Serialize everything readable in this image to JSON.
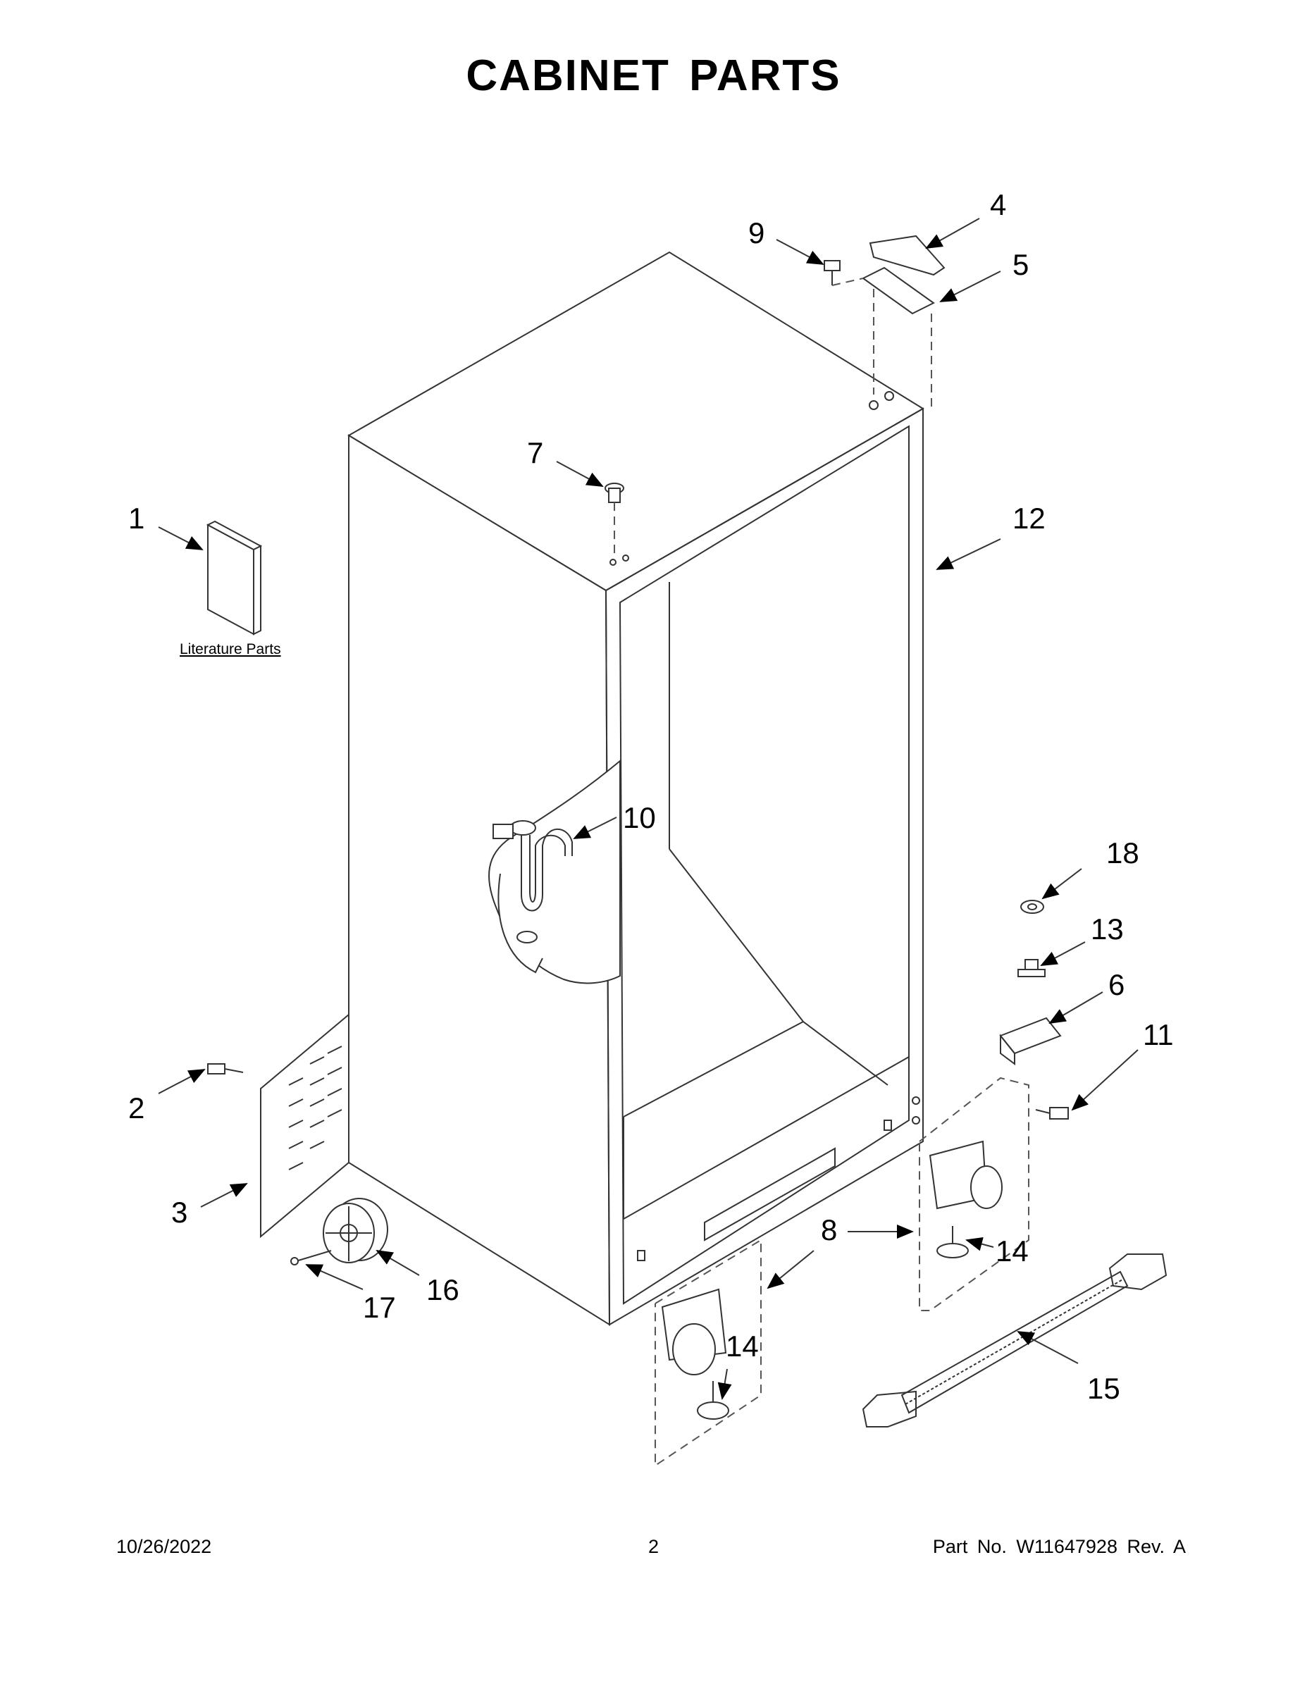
{
  "page": {
    "title": "CABINET PARTS",
    "footer": {
      "date": "10/26/2022",
      "page_number": "2",
      "part_number": "Part No. W11647928 Rev. A"
    }
  },
  "diagram": {
    "literature_label": "Literature Parts",
    "callouts": {
      "c1": "1",
      "c2": "2",
      "c3": "3",
      "c4": "4",
      "c5": "5",
      "c6": "6",
      "c7": "7",
      "c8": "8",
      "c9": "9",
      "c10": "10",
      "c11": "11",
      "c12": "12",
      "c13": "13",
      "c14a": "14",
      "c14b": "14",
      "c15": "15",
      "c16": "16",
      "c17": "17",
      "c18": "18"
    }
  }
}
